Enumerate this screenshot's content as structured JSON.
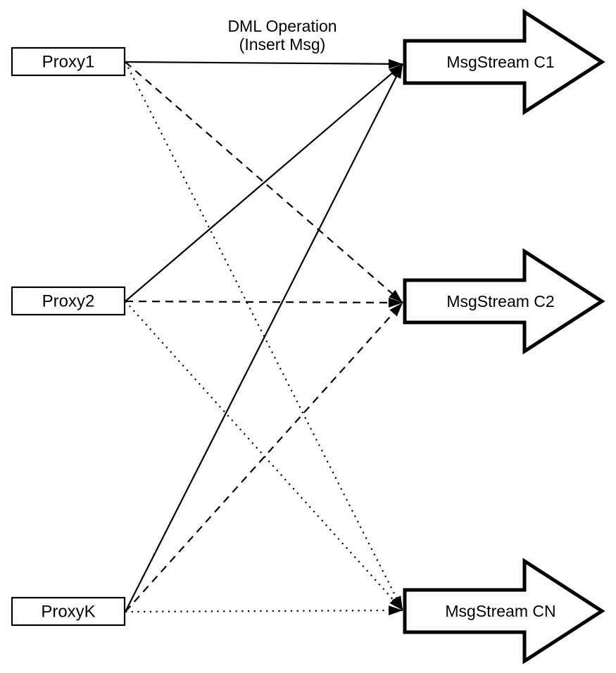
{
  "title": {
    "line1": "DML Operation",
    "line2": "(Insert Msg)"
  },
  "nodes": {
    "proxies": [
      {
        "id": "proxy1",
        "label": "Proxy1"
      },
      {
        "id": "proxy2",
        "label": "Proxy2"
      },
      {
        "id": "proxyk",
        "label": "ProxyK"
      }
    ],
    "streams": [
      {
        "id": "c1",
        "label": "MsgStream C1"
      },
      {
        "id": "c2",
        "label": "MsgStream C2"
      },
      {
        "id": "cn",
        "label": "MsgStream CN"
      }
    ]
  },
  "edges": [
    {
      "from": "proxy1",
      "to": "c1",
      "style": "solid"
    },
    {
      "from": "proxy1",
      "to": "c2",
      "style": "dashed"
    },
    {
      "from": "proxy1",
      "to": "cn",
      "style": "dotted"
    },
    {
      "from": "proxy2",
      "to": "c1",
      "style": "solid"
    },
    {
      "from": "proxy2",
      "to": "c2",
      "style": "dashed"
    },
    {
      "from": "proxy2",
      "to": "cn",
      "style": "dotted"
    },
    {
      "from": "proxyk",
      "to": "c1",
      "style": "solid"
    },
    {
      "from": "proxyk",
      "to": "c2",
      "style": "dashed"
    },
    {
      "from": "proxyk",
      "to": "cn",
      "style": "dotted"
    }
  ],
  "colors": {
    "stroke": "#000000",
    "background": "#ffffff"
  }
}
